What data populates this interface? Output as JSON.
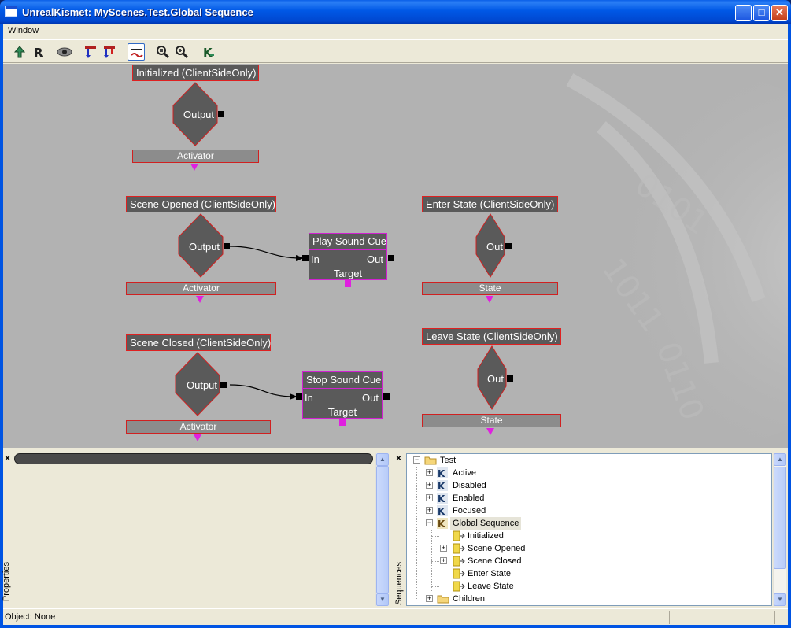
{
  "window": {
    "title": "UnrealKismet: MyScenes.Test.Global Sequence",
    "controls": {
      "minimize": "_",
      "maximize": "□",
      "close": "✕"
    }
  },
  "menubar": {
    "items": [
      "Window"
    ]
  },
  "toolbar": {
    "tools": [
      "parent-sequence-icon",
      "rename-icon",
      "visibility-eye-icon",
      "hide-unused-connectors-icon",
      "show-connectors-icon",
      "curvy-lines-icon",
      "zoom-to-fit-icon",
      "zoom-selected-icon",
      "kismet-k-icon"
    ]
  },
  "canvas": {
    "nodes": {
      "initialized": {
        "title": "Initialized (ClientSideOnly)",
        "port": "Output",
        "var": "Activator"
      },
      "scene_opened": {
        "title": "Scene Opened (ClientSideOnly)",
        "port": "Output",
        "var": "Activator"
      },
      "scene_closed": {
        "title": "Scene Closed (ClientSideOnly)",
        "port": "Output",
        "var": "Activator"
      },
      "enter_state": {
        "title": "Enter State (ClientSideOnly)",
        "port": "Out",
        "var": "State"
      },
      "leave_state": {
        "title": "Leave State (ClientSideOnly)",
        "port": "Out",
        "var": "State"
      },
      "play_sound": {
        "title": "Play Sound Cue",
        "in": "In",
        "out": "Out",
        "target": "Target"
      },
      "stop_sound": {
        "title": "Stop Sound Cue",
        "in": "In",
        "out": "Out",
        "target": "Target"
      }
    }
  },
  "properties_pane": {
    "label": "Properties",
    "close": "×"
  },
  "sequences_pane": {
    "label": "Sequences",
    "close": "×",
    "tree": {
      "root": "Test",
      "items": [
        "Active",
        "Disabled",
        "Enabled",
        "Focused",
        "Global Sequence"
      ],
      "events": [
        "Initialized",
        "Scene Opened",
        "Scene Closed",
        "Enter State",
        "Leave State"
      ],
      "last": "Children"
    }
  },
  "statusbar": {
    "text": "Object: None"
  },
  "colors": {
    "canvas_bg": "#b2b2b2",
    "node_bg": "#5a5a5a",
    "event_border": "#e02020",
    "action_border": "#d020d0",
    "var_pin": "#e020e0"
  }
}
